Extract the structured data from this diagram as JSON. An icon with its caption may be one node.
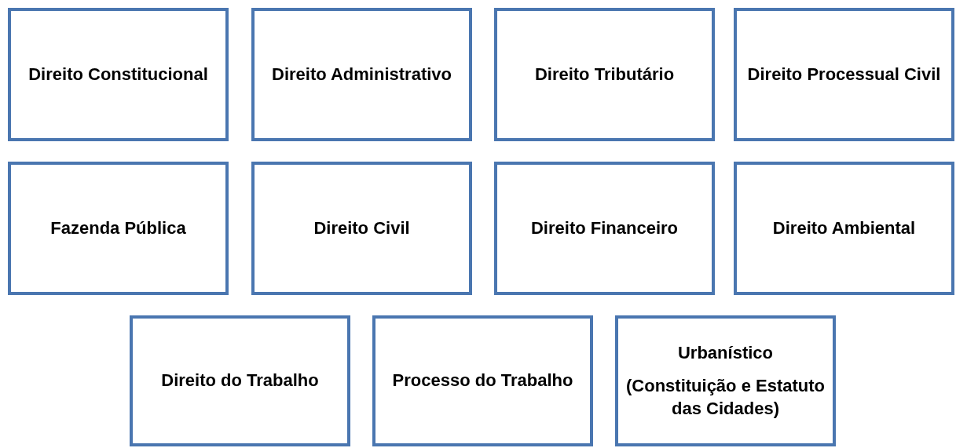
{
  "diagram": {
    "nodes": [
      {
        "text": [
          "Direito Constitucional"
        ]
      },
      {
        "text": [
          "Direito Administrativo"
        ]
      },
      {
        "text": [
          "Direito Tributário"
        ]
      },
      {
        "text": [
          "Direito Processual Civil"
        ]
      },
      {
        "text": [
          "Fazenda Pública"
        ]
      },
      {
        "text": [
          "Direito Civil"
        ]
      },
      {
        "text": [
          "Direito Financeiro"
        ]
      },
      {
        "text": [
          "Direito Ambiental"
        ]
      },
      {
        "text": [
          "Direito do Trabalho"
        ]
      },
      {
        "text": [
          "Processo do Trabalho"
        ]
      },
      {
        "text": [
          "Urbanístico",
          "(Constituição e Estatuto das Cidades)"
        ]
      }
    ]
  }
}
